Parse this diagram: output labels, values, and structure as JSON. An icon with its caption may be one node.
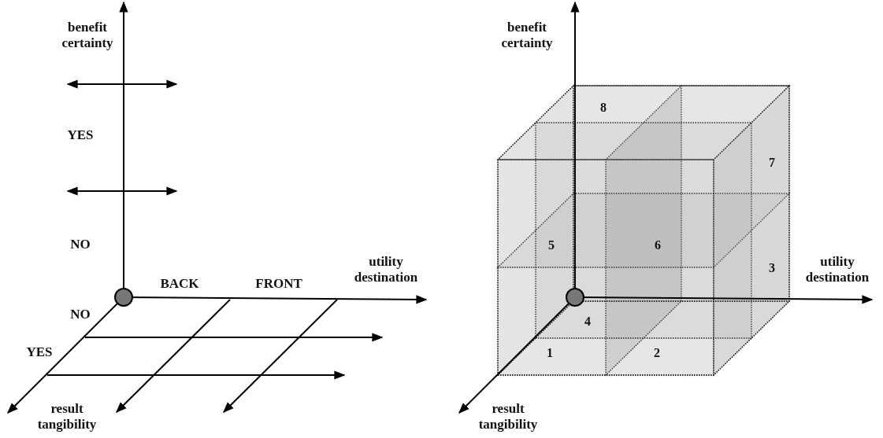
{
  "diagram": {
    "labels": [
      "benefit certainty",
      "YES",
      "NO",
      "utility destination",
      "BACK",
      "FRONT",
      "NO",
      "YES",
      "result tangibility",
      "benefit certainty",
      "8",
      "7",
      "5",
      "6",
      "utility destination",
      "3",
      "4",
      "1",
      "2",
      "result tangibility"
    ]
  }
}
